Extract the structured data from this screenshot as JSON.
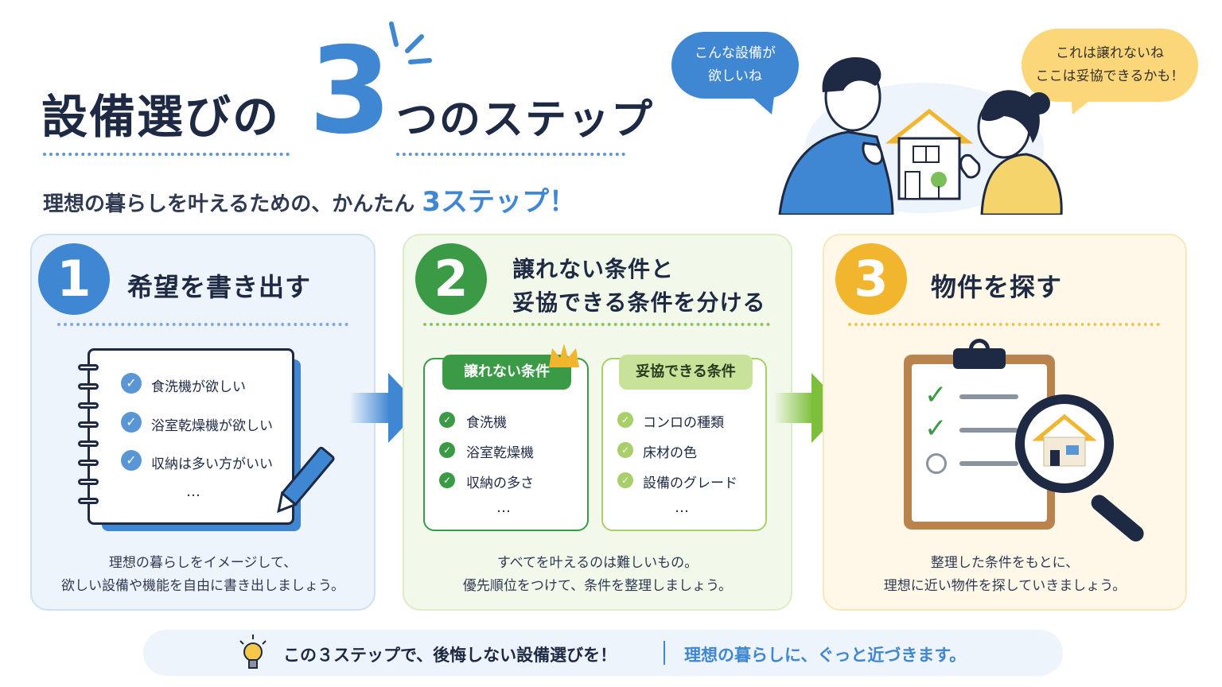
{
  "header": {
    "title_part1": "設備選びの",
    "title_number": "3",
    "title_part2": "つのステップ",
    "subtitle_main": "理想の暮らしを叶えるための、かんたん",
    "subtitle_accent": "3ステップ！"
  },
  "bubbles": {
    "left_line1": "こんな設備が",
    "left_line2": "欲しいね",
    "right_line1": "これは譲れないね",
    "right_line2": "ここは妥協できるかも！"
  },
  "steps": [
    {
      "number": "1",
      "title": "希望を書き出す",
      "items": [
        "食洗機が欲しい",
        "浴室乾燥機が欲しい",
        "収納は多い方がいい"
      ],
      "ellipsis": "…",
      "desc_line1": "理想の暮らしをイメージして、",
      "desc_line2": "欲しい設備や機能を自由に書き出しましょう。"
    },
    {
      "number": "2",
      "title_line1": "譲れない条件と",
      "title_line2": "妥協できる条件を分ける",
      "box_a_title": "譲れない条件",
      "box_a_items": [
        "食洗機",
        "浴室乾燥機",
        "収納の多さ"
      ],
      "box_b_title": "妥協できる条件",
      "box_b_items": [
        "コンロの種類",
        "床材の色",
        "設備のグレード"
      ],
      "ellipsis": "…",
      "desc_line1": "すべてを叶えるのは難しいもの。",
      "desc_line2": "優先順位をつけて、条件を整理しましょう。"
    },
    {
      "number": "3",
      "title": "物件を探す",
      "desc_line1": "整理した条件をもとに、",
      "desc_line2": "理想に近い物件を探していきましょう。"
    }
  ],
  "footer": {
    "main": "この３ステップで、後悔しない設備選びを！",
    "accent": "理想の暮らしに、ぐっと近づきます。"
  },
  "colors": {
    "blue": "#3f86d3",
    "green": "#3a9a45",
    "light_green": "#a8cf6a",
    "yellow": "#f2b52e",
    "navy": "#1e2a44"
  },
  "icons": [
    "bulb-icon",
    "crown-icon",
    "check-icon",
    "pencil-icon",
    "house-icon",
    "magnifier-icon",
    "clipboard-icon"
  ]
}
